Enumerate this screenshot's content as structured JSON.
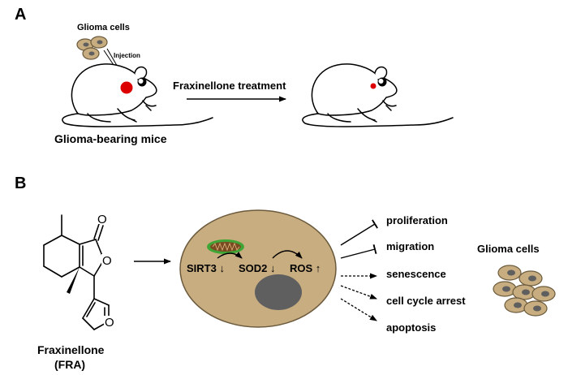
{
  "panel_a": {
    "label": "A",
    "cells_label": "Glioma cells",
    "injection_label": "Injection",
    "treatment_label": "Fraxinellone treatment",
    "mice_label": "Glioma-bearing mice"
  },
  "panel_b": {
    "label": "B",
    "compound_name": "Fraxinellone",
    "compound_abbr": "(FRA)",
    "pathway": {
      "sirt3": "SIRT3 ↓",
      "sod2": "SOD2 ↓",
      "ros": "ROS ↑"
    },
    "outcomes": {
      "proliferation": "proliferation",
      "migration": "migration",
      "senescence": "senescence",
      "cell_cycle_arrest": "cell cycle arrest",
      "apoptosis": "apoptosis"
    },
    "cells_label": "Glioma cells"
  },
  "colors": {
    "cell_fill": "#c8ad80",
    "cell_stroke": "#6b5a3c",
    "nucleus": "#5f5f5f",
    "tumor": "#dd0000",
    "mito_ring": "#3fa535",
    "mito_fill": "#7a4a22"
  }
}
